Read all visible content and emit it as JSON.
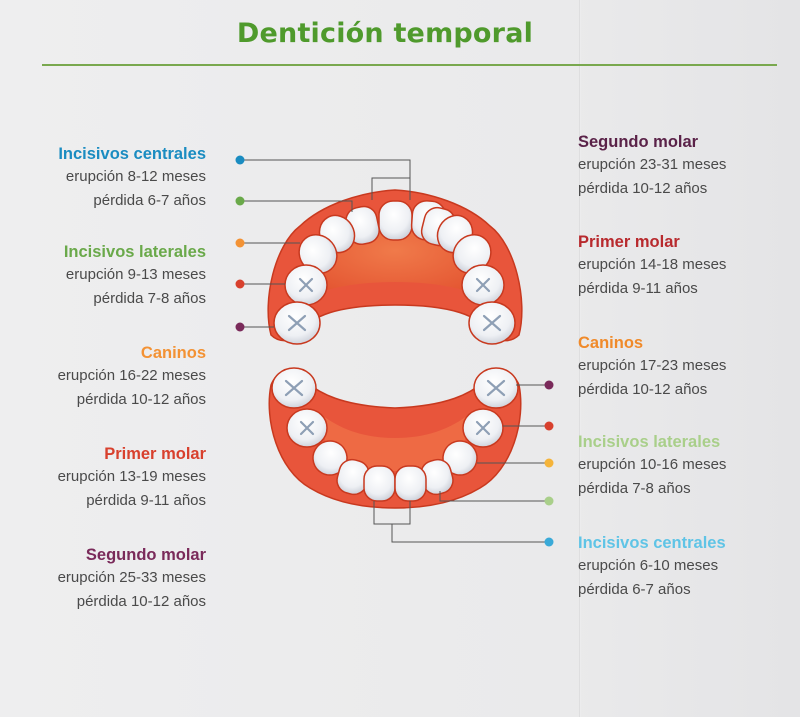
{
  "title": "Dentición temporal",
  "colors": {
    "title": "#4f9a2c",
    "gum": "#e8543b",
    "incisivos_centrales": "#1a8cc1",
    "incisivos_laterales": "#6aa94a",
    "caninos": "#f39234",
    "primer_molar": "#d8402d",
    "segundo_molar": "#7a2a5a"
  },
  "upper": [
    {
      "name": "Incisivos centrales",
      "erupcion": "erupción 8-12 meses",
      "perdida": "pérdida 6-7 años",
      "color": "#1a8cc1"
    },
    {
      "name": "Incisivos laterales",
      "erupcion": "erupción 9-13 meses",
      "perdida": "pérdida 7-8 años",
      "color": "#6aa94a"
    },
    {
      "name": "Caninos",
      "erupcion": "erupción 16-22 meses",
      "perdida": "pérdida 10-12 años",
      "color": "#f39234"
    },
    {
      "name": "Primer molar",
      "erupcion": "erupción 13-19 meses",
      "perdida": "pérdida 9-11 años",
      "color": "#d8402d"
    },
    {
      "name": "Segundo molar",
      "erupcion": "erupción 25-33 meses",
      "perdida": "pérdida 10-12 años",
      "color": "#7a2a5a"
    }
  ],
  "lower": [
    {
      "name": "Segundo molar",
      "erupcion": "erupción 23-31 meses",
      "perdida": "pérdida 10-12 años",
      "color": "#5a2248"
    },
    {
      "name": "Primer molar",
      "erupcion": "erupción 14-18 meses",
      "perdida": "pérdida 9-11 años",
      "color": "#b82a2e"
    },
    {
      "name": "Caninos",
      "erupcion": "erupción 17-23 meses",
      "perdida": "pérdida 10-12 años",
      "color": "#f08a2a"
    },
    {
      "name": "Incisivos laterales",
      "erupcion": "erupción 10-16 meses",
      "perdida": "pérdida 7-8 años",
      "color": "#a9cf8a"
    },
    {
      "name": "Incisivos centrales",
      "erupcion": "erupción 6-10 meses",
      "perdida": "pérdida 6-7 años",
      "color": "#5fc4e6"
    }
  ]
}
